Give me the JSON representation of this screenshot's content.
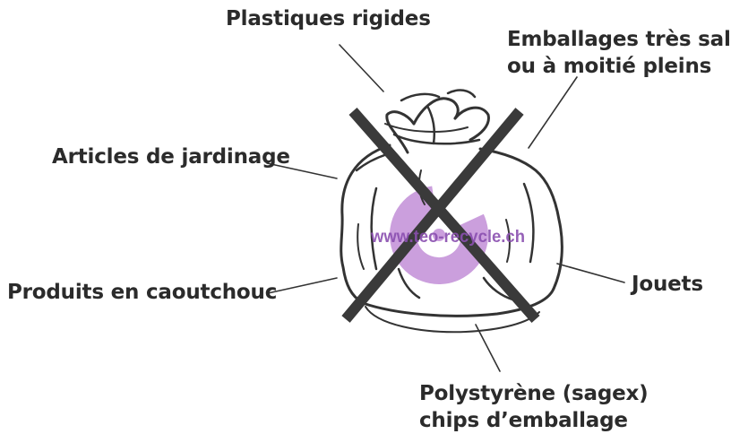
{
  "labels": {
    "plastiques": "Plastiques rigides",
    "emballages_line1": "Emballages très sales",
    "emballages_line2": "ou à moitié pleins",
    "articles": "Articles de jardinage",
    "produits": "Produits en caoutchouc",
    "jouets": "Jouets",
    "polystyrene_line1": "Polystyrène (sagex)",
    "polystyrene_line2": "chips d’emballage"
  },
  "watermark": {
    "text": "www.teo-recycle.ch",
    "logo_icon": "recycle-c-logo"
  },
  "icons": {
    "bag": "trash-bag-icon",
    "cross": "forbidden-cross-icon"
  },
  "colors": {
    "text": "#2b2b2b",
    "ink": "#333333",
    "cross": "#3a3a3a",
    "watermark": "#b97fd2",
    "watermark_text": "#8a4fb0",
    "background": "#ffffff"
  }
}
